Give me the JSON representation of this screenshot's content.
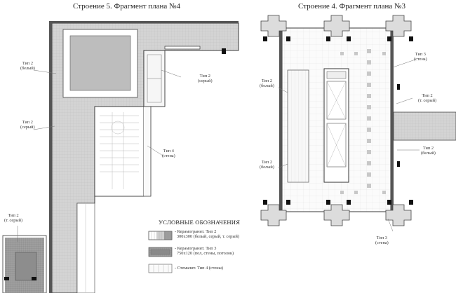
{
  "titles": {
    "left": "Строение 5. Фрагмент плана №4",
    "right": "Строение 4. Фрагмент плана №3"
  },
  "labels": {
    "l1": [
      "Тип 2",
      "(белый)"
    ],
    "l2": [
      "Тип 2",
      "(серый)"
    ],
    "l3": [
      "Тип 2",
      "(серый)"
    ],
    "l4": [
      "Тип 4",
      "(стена)"
    ],
    "l5": [
      "Тип 2",
      "(т. серый)"
    ],
    "r1": [
      "Тип 3",
      "(стена)"
    ],
    "r2": [
      "Тип 2",
      "(белый)"
    ],
    "r3": [
      "Тип 2",
      "(т. серый)"
    ],
    "r4": [
      "Тип 2",
      "(белый)"
    ],
    "r5": [
      "Тип 2",
      "(белый)"
    ],
    "r6": [
      "Тип 3",
      "(стена)"
    ]
  },
  "legend": {
    "title": "УСЛОВНЫЕ ОБОЗНАЧЕНИЯ",
    "items": [
      {
        "lines": [
          "- Керамогранит. Тип 2",
          "300х300 (белый, серый, т. серый)"
        ]
      },
      {
        "lines": [
          "- Керамогранит. Тип 3",
          "750х120 (пол, стены, потолок)"
        ]
      },
      {
        "lines": [
          "- Стемалит. Тип 4 (стены)"
        ]
      }
    ]
  },
  "colors": {
    "gray_fill": "#d2d2d2",
    "dark_fill": "#9a9a9a",
    "grid_light": "#e9e9e9",
    "line": "#3a3a3a"
  }
}
